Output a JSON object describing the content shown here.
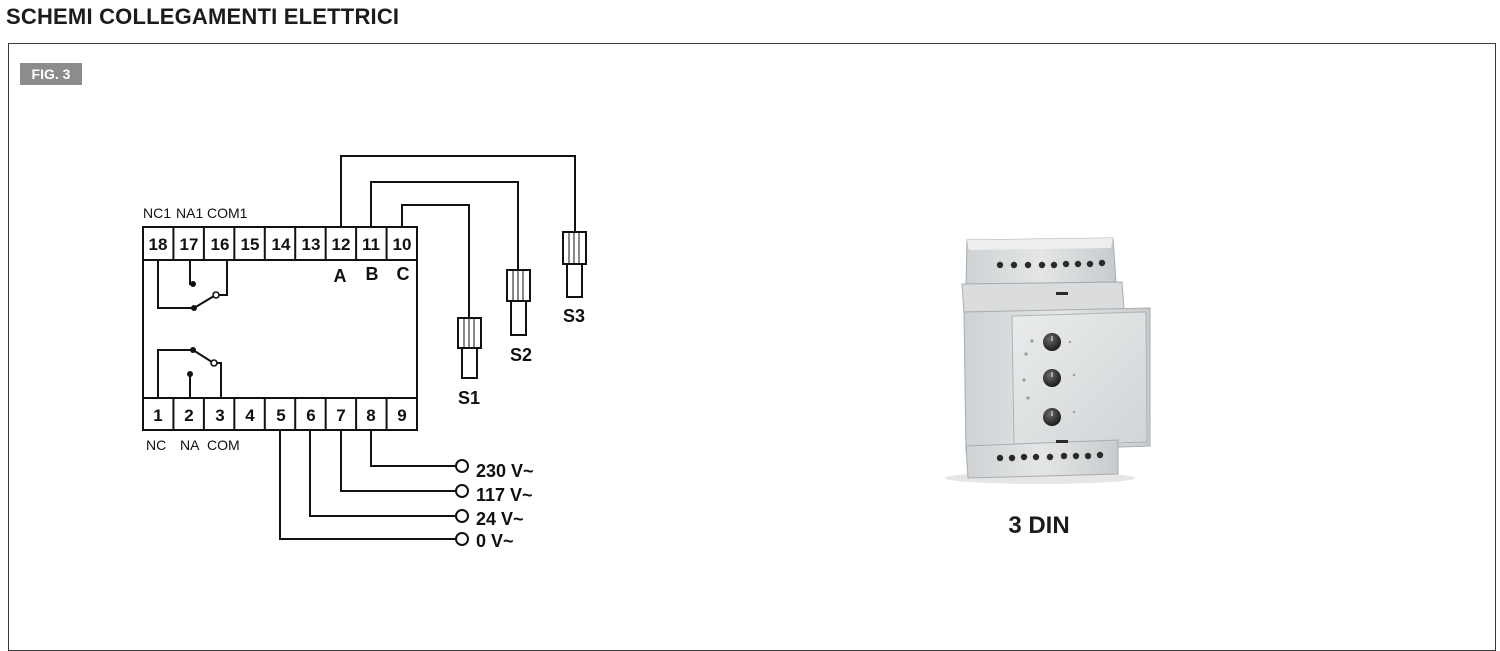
{
  "page": {
    "title": "SCHEMI COLLEGAMENTI ELETTRICI",
    "figure_label": "FIG. 3"
  },
  "diagram": {
    "top_terminals": [
      "18",
      "17",
      "16",
      "15",
      "14",
      "13",
      "12",
      "11",
      "10"
    ],
    "bottom_terminals": [
      "1",
      "2",
      "3",
      "4",
      "5",
      "6",
      "7",
      "8",
      "9"
    ],
    "top_contact_labels": [
      "NC1",
      "NA1",
      "COM1"
    ],
    "bottom_contact_labels": [
      "NC",
      "NA",
      "COM"
    ],
    "probe_inputs": [
      "A",
      "B",
      "C"
    ],
    "sensors": [
      "S1",
      "S2",
      "S3"
    ],
    "supply_terminals": [
      "230 V~",
      "117 V~",
      "24 V~",
      "0 V~"
    ]
  },
  "device": {
    "caption": "3 DIN"
  }
}
